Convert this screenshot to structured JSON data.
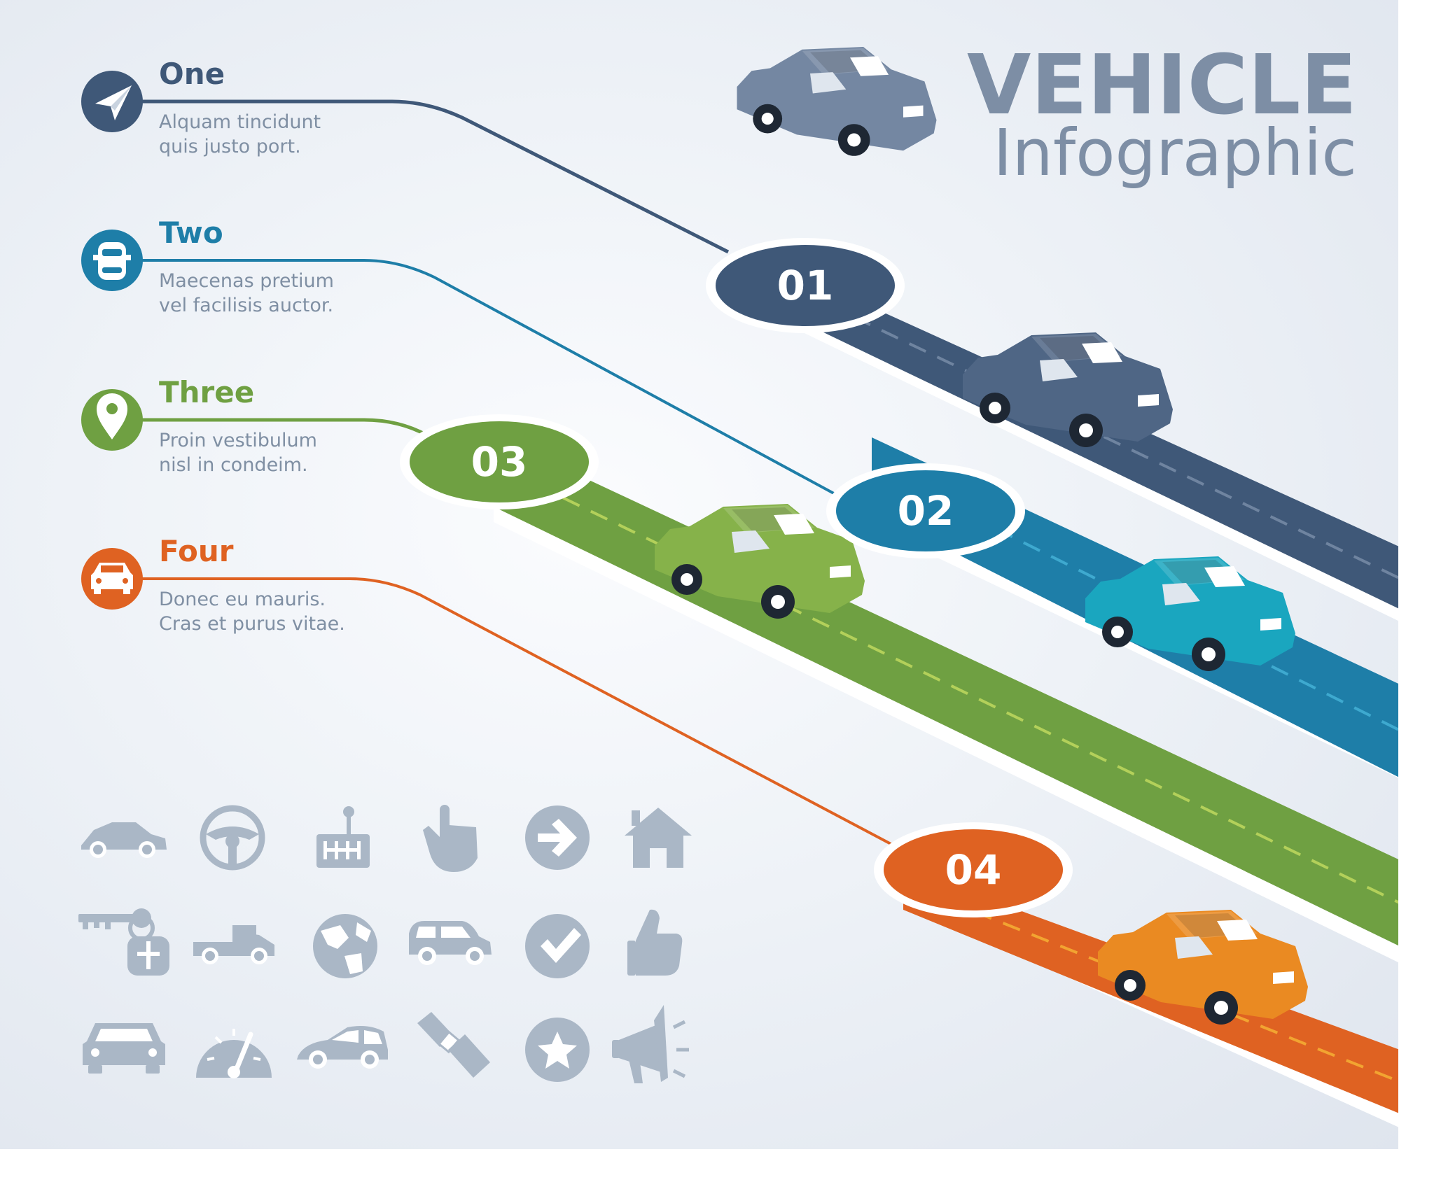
{
  "header": {
    "title": "VEHICLE",
    "subtitle": "Infographic"
  },
  "steps": [
    {
      "heading": "One",
      "line1": "Alquam tincidunt",
      "line2": "quis justo port.",
      "number": "01",
      "icon": "paper-plane-icon",
      "color": "#3f5878"
    },
    {
      "heading": "Two",
      "line1": "Maecenas pretium",
      "line2": "vel facilisis auctor.",
      "number": "02",
      "icon": "car-top-view-icon",
      "color": "#1e7ea8"
    },
    {
      "heading": "Three",
      "line1": "Proin vestibulum",
      "line2": "nisl in condeim.",
      "number": "03",
      "icon": "map-pin-icon",
      "color": "#6fa042"
    },
    {
      "heading": "Four",
      "line1": "Donec eu mauris.",
      "line2": "Cras et purus vitae.",
      "number": "04",
      "icon": "car-front-icon",
      "color": "#df6222"
    }
  ],
  "icon_grid": [
    "car-side-icon",
    "steering-wheel-icon",
    "gear-shift-icon",
    "pointing-hand-icon",
    "arrow-right-circle-icon",
    "house-icon",
    "car-key-icon",
    "pickup-truck-icon",
    "globe-icon",
    "van-icon",
    "checkmark-circle-icon",
    "thumbs-up-icon",
    "car-front-icon",
    "speedometer-icon",
    "hatchback-icon",
    "seatbelt-icon",
    "star-circle-icon",
    "megaphone-icon"
  ],
  "colors": {
    "road_1": "#3f5878",
    "road_2": "#1e7ea8",
    "road_3": "#6fa042",
    "road_4": "#df6222",
    "icon_gray": "#aab7c6",
    "title_gray": "#7d8ea5"
  }
}
